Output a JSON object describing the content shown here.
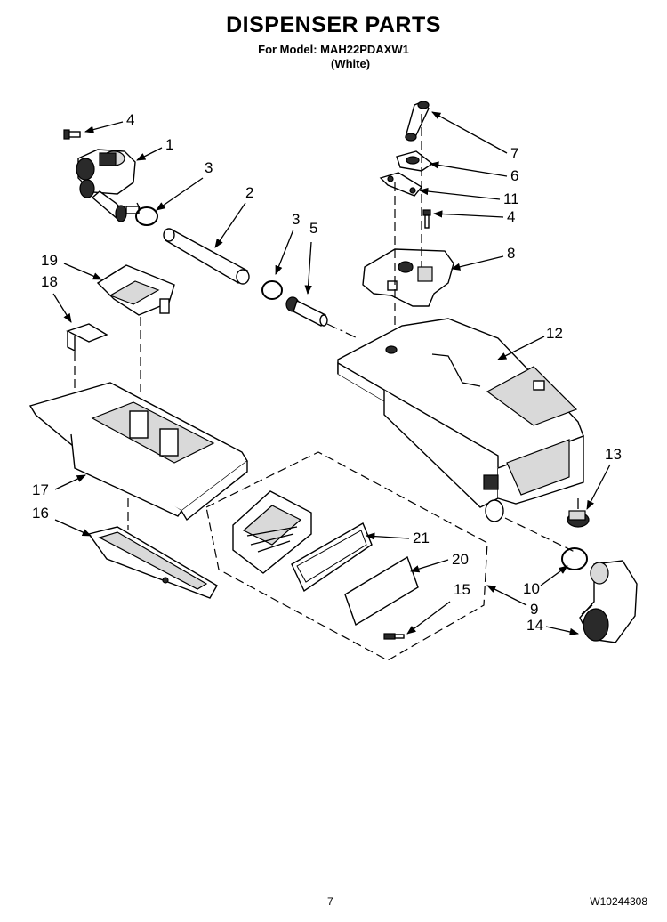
{
  "header": {
    "title": "DISPENSER PARTS",
    "model_line": "For Model: MAH22PDAXW1",
    "color_line": "(White)"
  },
  "callouts": [
    "4",
    "1",
    "3",
    "2",
    "3",
    "5",
    "7",
    "6",
    "11",
    "4",
    "8",
    "19",
    "18",
    "12",
    "17",
    "13",
    "16",
    "21",
    "20",
    "10",
    "9",
    "15",
    "14"
  ],
  "footer": {
    "page_number": "7",
    "doc_number": "W10244308"
  }
}
